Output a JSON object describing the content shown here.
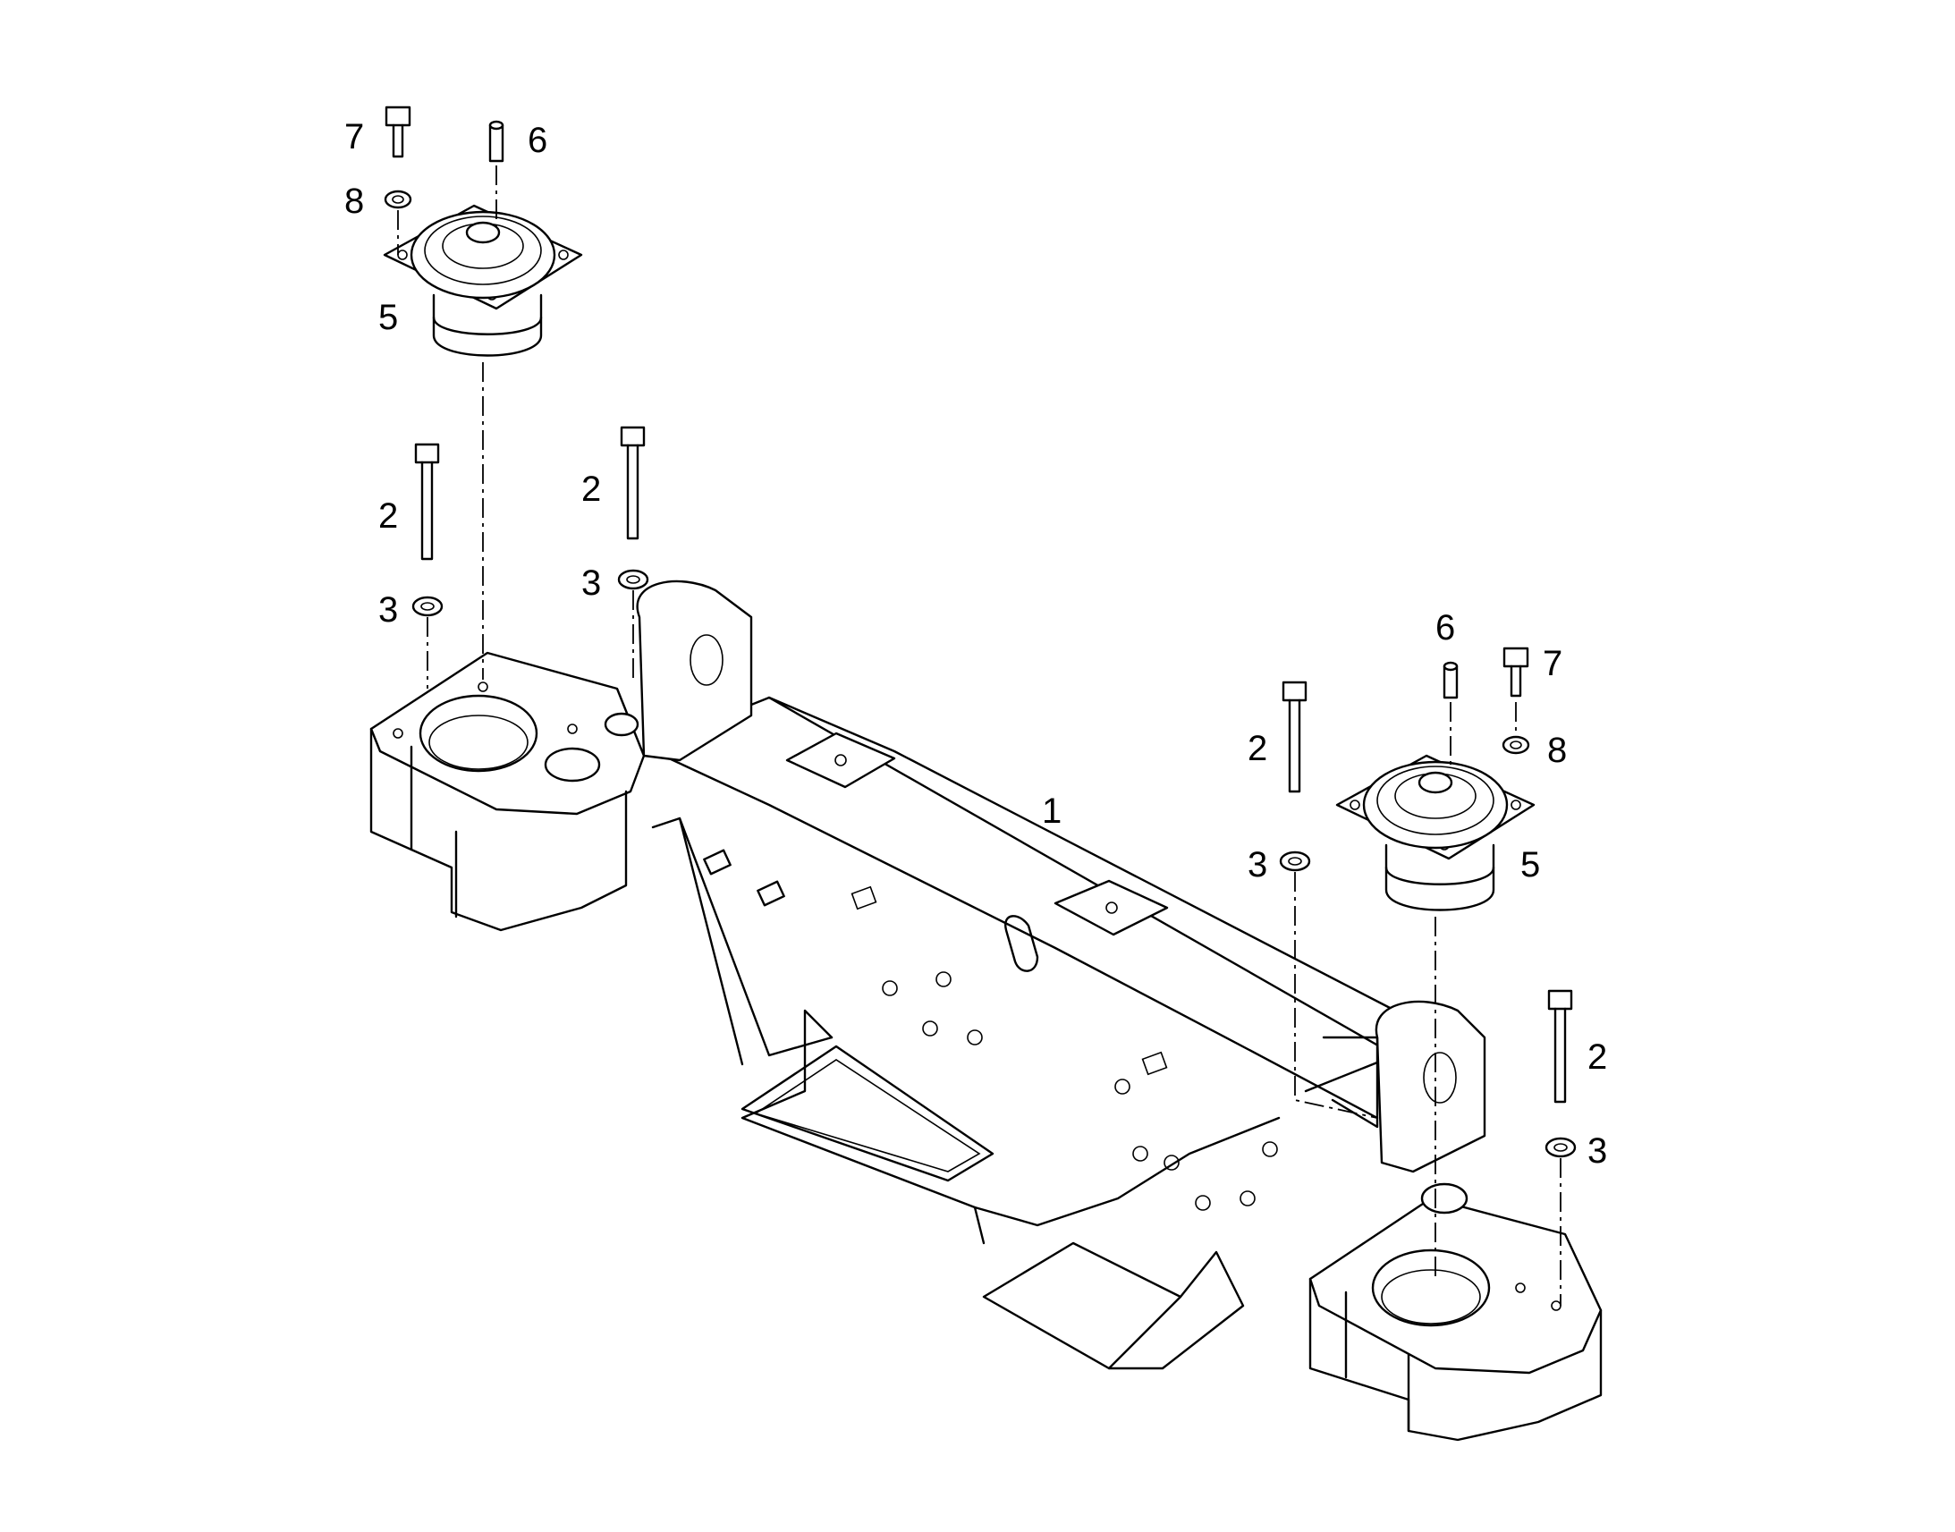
{
  "callouts": {
    "frame": "1",
    "bolt_long": "2",
    "washer_long": "3",
    "mount": "5",
    "pin": "6",
    "bolt_short": "7",
    "washer_short": "8"
  },
  "colors": {
    "line": "#000000",
    "background": "#ffffff"
  }
}
